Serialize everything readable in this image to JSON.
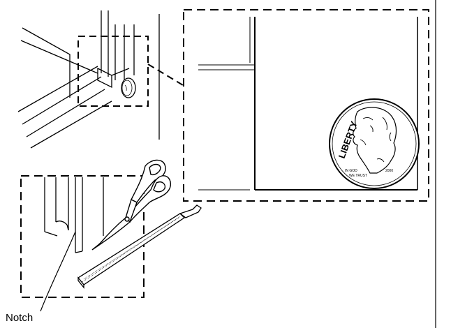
{
  "labels": {
    "notch": "Notch"
  },
  "coin": {
    "motto": "LIBERTY",
    "small_left": "IN GOD",
    "small_right": "WE TRUST",
    "year_fragment": "2000"
  },
  "colors": {
    "line": "#000000",
    "background": "#ffffff",
    "dash": "#000000"
  }
}
